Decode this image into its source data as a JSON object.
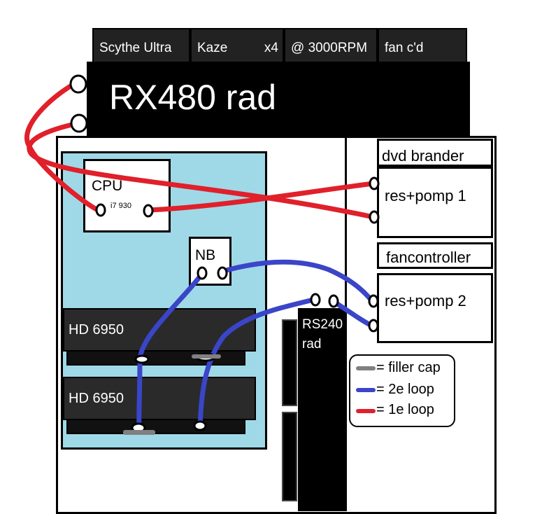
{
  "fans": {
    "segments": [
      "Scythe Ultra",
      "Kaze",
      "x4",
      "@ 3000RPM",
      "fan c'd"
    ]
  },
  "radiator_top": {
    "label": "RX480 rad"
  },
  "cpu": {
    "label": "CPU",
    "model": "i7 930"
  },
  "nb": {
    "label": "NB"
  },
  "gpus": [
    {
      "label": "HD 6950"
    },
    {
      "label": "HD 6950"
    }
  ],
  "bays": {
    "dvd": "dvd brander",
    "res1": "res+pomp 1",
    "fancontroller": "fancontroller",
    "res2": "res+pomp 2"
  },
  "radiator_front": {
    "label_line1": "RS240",
    "label_line2": "rad"
  },
  "legend": {
    "filler": "= filler cap",
    "loop2": "= 2e loop",
    "loop1": "= 1e loop"
  },
  "colors": {
    "loop1": "#e0202a",
    "loop2": "#3a45c8",
    "filler": "#808080",
    "motherboard": "#9fd9e8"
  }
}
